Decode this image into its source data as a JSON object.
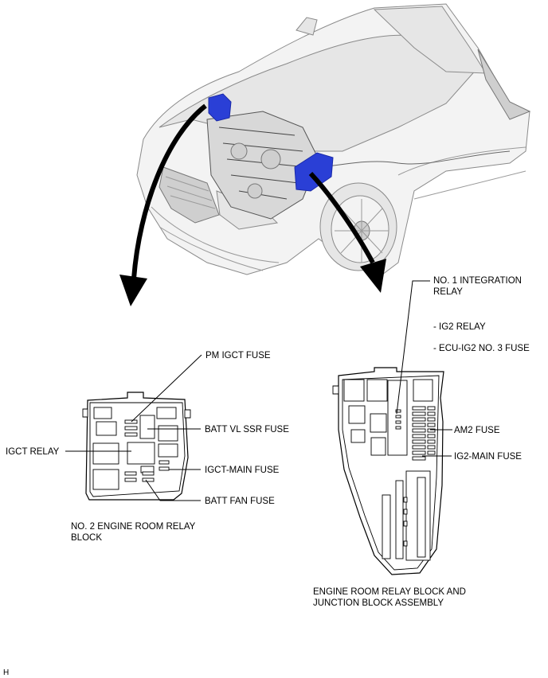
{
  "colors": {
    "highlight": "#2a3fd6",
    "highlight_dark": "#1a2aa8",
    "arrow": "#000000",
    "car_body": "#f3f3f3",
    "outline": "#000000"
  },
  "labels": {
    "pm_igct_fuse": "PM IGCT FUSE",
    "batt_vl_ssr_fuse": "BATT VL SSR FUSE",
    "igct_relay": "IGCT RELAY",
    "igct_main_fuse": "IGCT-MAIN FUSE",
    "batt_fan_fuse": "BATT FAN FUSE",
    "no2_block_line1": "NO. 2 ENGINE ROOM RELAY",
    "no2_block_line2": "BLOCK",
    "no1_integration_relay_line1": "NO. 1 INTEGRATION",
    "no1_integration_relay_line2": "RELAY",
    "ig2_relay": "- IG2 RELAY",
    "ecu_ig2_no3_fuse": "- ECU-IG2 NO. 3 FUSE",
    "am2_fuse": "AM2 FUSE",
    "ig2_main_fuse": "IG2-MAIN FUSE",
    "junction_block_line1": "ENGINE ROOM RELAY BLOCK AND",
    "junction_block_line2": "JUNCTION BLOCK ASSEMBLY",
    "corner_mark": "H"
  }
}
